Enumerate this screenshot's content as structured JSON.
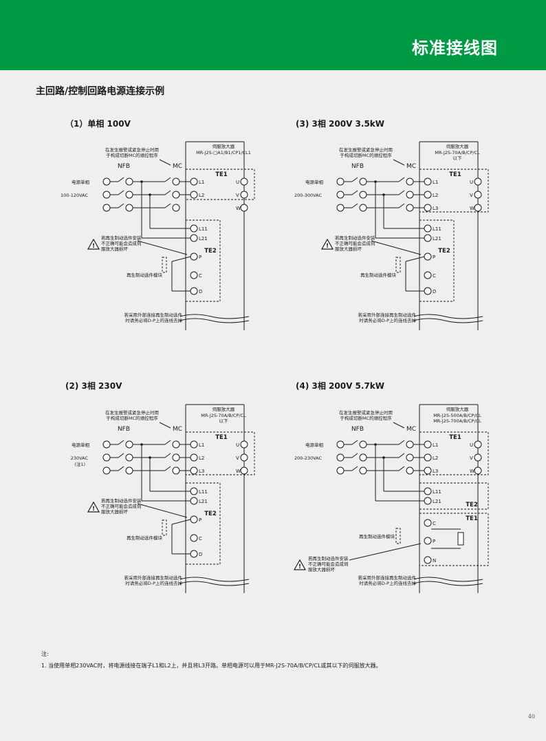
{
  "header": {
    "title": "标准接线图"
  },
  "section_title": "主回路/控制回路电源连接示例",
  "diagrams": [
    {
      "title": "（1）单相  100V",
      "servo_label": "伺服放大器",
      "model_lines": [
        "MR-J2S-□A1/B1/CP1/CL1"
      ],
      "mc_note": [
        "在发生报警或紧急停止时用",
        "于构成切断MC的顺控程序"
      ],
      "nfb": "NFB",
      "mc": "MC",
      "supply_lines": [
        "电源单相",
        "100-120VAC"
      ],
      "te1": "TE1",
      "te2": "TE2",
      "power_terminals": [
        "L1",
        "L2"
      ],
      "motor_terminals": [
        "U",
        "V",
        "W"
      ],
      "ctrl_terminals": [
        "L11",
        "L21"
      ],
      "regen_terminals": [
        "P",
        "C",
        "D"
      ],
      "warning": [
        "若再生制动选件安装",
        "不正确可能会造成伺",
        "服放大器损坏"
      ],
      "regen_label": "再生制动选件模块",
      "external_note": [
        "若采用外部连接再生制动选件",
        "时请务必将D-P上的连线去掉"
      ]
    },
    {
      "title": "(3) 3相  200V 3.5kW",
      "servo_label": "伺服放大器",
      "model_lines": [
        "MR-J2S-70A/B/CP/CL",
        "以下"
      ],
      "mc_note": [
        "在发生报警或紧急停止时用",
        "于构成切断MC的顺控程序"
      ],
      "nfb": "NFB",
      "mc": "MC",
      "supply_lines": [
        "电源单相",
        "200-300VAC"
      ],
      "te1": "TE1",
      "te2": "TE2",
      "power_terminals": [
        "L1",
        "L2",
        "L3"
      ],
      "motor_terminals": [
        "U",
        "V",
        "W"
      ],
      "ctrl_terminals": [
        "L11",
        "L21"
      ],
      "regen_terminals": [
        "P",
        "C",
        "D"
      ],
      "warning": [
        "若再生制动选件安装",
        "不正确可能会造成伺",
        "服放大器损坏"
      ],
      "regen_label": "再生制动选件模块",
      "external_note": [
        "若采用外部连接再生制动选件",
        "时请务必将D-P上的连线去掉"
      ]
    },
    {
      "title": "(2) 3相  230V",
      "servo_label": "伺服放大器",
      "model_lines": [
        "MR-J2S-70A/B/CP/CL",
        "以下"
      ],
      "mc_note": [
        "在发生报警或紧急停止时用",
        "于构成切断MC的顺控程序"
      ],
      "nfb": "NFB",
      "mc": "MC",
      "supply_lines": [
        "电源单相",
        "230VAC",
        "(注1)"
      ],
      "te1": "TE1",
      "te2": "TE2",
      "power_terminals": [
        "L1",
        "L2",
        "L3"
      ],
      "motor_terminals": [
        "U",
        "V",
        "W"
      ],
      "ctrl_terminals": [
        "L11",
        "L21"
      ],
      "regen_terminals": [
        "P",
        "C",
        "D"
      ],
      "warning": [
        "若再生制动选件安装",
        "不正确可能会造成伺",
        "服放大器损坏"
      ],
      "regen_label": "再生制动选件模块",
      "external_note": [
        "若采用外部连接再生制动选件",
        "时请务必将D-P上的连线去掉"
      ]
    },
    {
      "title": "(4) 3相  200V 5.7kW",
      "servo_label": "伺服放大器",
      "model_lines": [
        "MR-J2S-500A/B/CP/CL",
        "MR-J2S-700A/B/CP/CL"
      ],
      "mc_note": [
        "在发生报警或紧急停止时用",
        "于构成切断MC的顺控程序"
      ],
      "nfb": "NFB",
      "mc": "MC",
      "supply_lines": [
        "电源单相",
        "200-230VAC"
      ],
      "te1": "TE1",
      "te2": "TE2",
      "power_terminals": [
        "L1",
        "L2",
        "L3"
      ],
      "motor_terminals": [
        "U",
        "V",
        "W"
      ],
      "ctrl_terminals": [
        "L11",
        "L21"
      ],
      "regen_terminals": [
        "C",
        "P",
        "N"
      ],
      "warning": [
        "若再生制动选件安装",
        "不正确可能会造成伺",
        "服放大器损坏"
      ],
      "regen_label": "再生制动选件模块",
      "external_note": [
        "若采用外部连接再生制动选件",
        "时请务必将D-P上的连线去掉"
      ]
    }
  ],
  "notes": {
    "label": "注:",
    "items": [
      "1. 当使用单相230VAC时，将电源线接在端子L1和L2上，并且将L3开路。单相电源可以用于MR-J2S-70A/B/CP/CL或其以下的伺服放大器。"
    ]
  },
  "page_number": "40"
}
